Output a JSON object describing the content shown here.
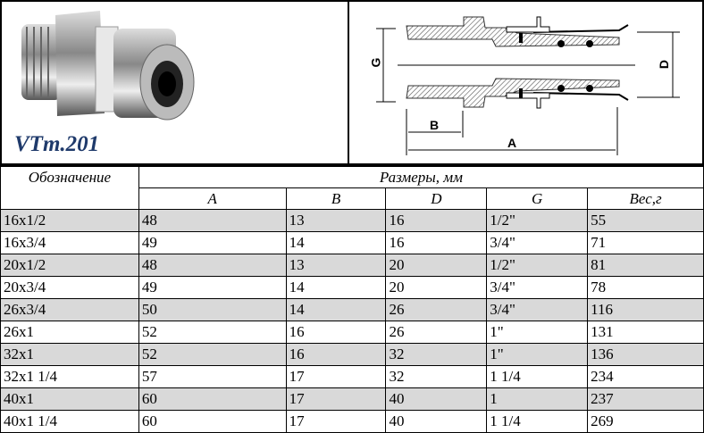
{
  "product": {
    "model": "VTm.201"
  },
  "diagram": {
    "labels": {
      "g": "G",
      "d": "D",
      "a": "A",
      "b": "B"
    }
  },
  "table": {
    "designation_header": "Обозначение",
    "sizes_header": "Размеры, мм",
    "columns": [
      "A",
      "B",
      "D",
      "G",
      "Вес,г"
    ],
    "rows": [
      [
        "16x1/2",
        "48",
        "13",
        "16",
        "1/2\"",
        "55"
      ],
      [
        "16x3/4",
        "49",
        "14",
        "16",
        "3/4\"",
        "71"
      ],
      [
        "20x1/2",
        "48",
        "13",
        "20",
        "1/2\"",
        "81"
      ],
      [
        "20x3/4",
        "49",
        "14",
        "20",
        "3/4\"",
        "78"
      ],
      [
        "26x3/4",
        "50",
        "14",
        "26",
        "3/4\"",
        "116"
      ],
      [
        "26x1",
        "52",
        "16",
        "26",
        "1\"",
        "131"
      ],
      [
        "32x1",
        "52",
        "16",
        "32",
        "1\"",
        "136"
      ],
      [
        "32x1 1/4",
        "57",
        "17",
        "32",
        "1 1/4",
        "234"
      ],
      [
        "40x1",
        "60",
        "17",
        "40",
        "1",
        "237"
      ],
      [
        "40x1 1/4",
        "60",
        "17",
        "40",
        "1 1/4",
        "269"
      ]
    ]
  }
}
